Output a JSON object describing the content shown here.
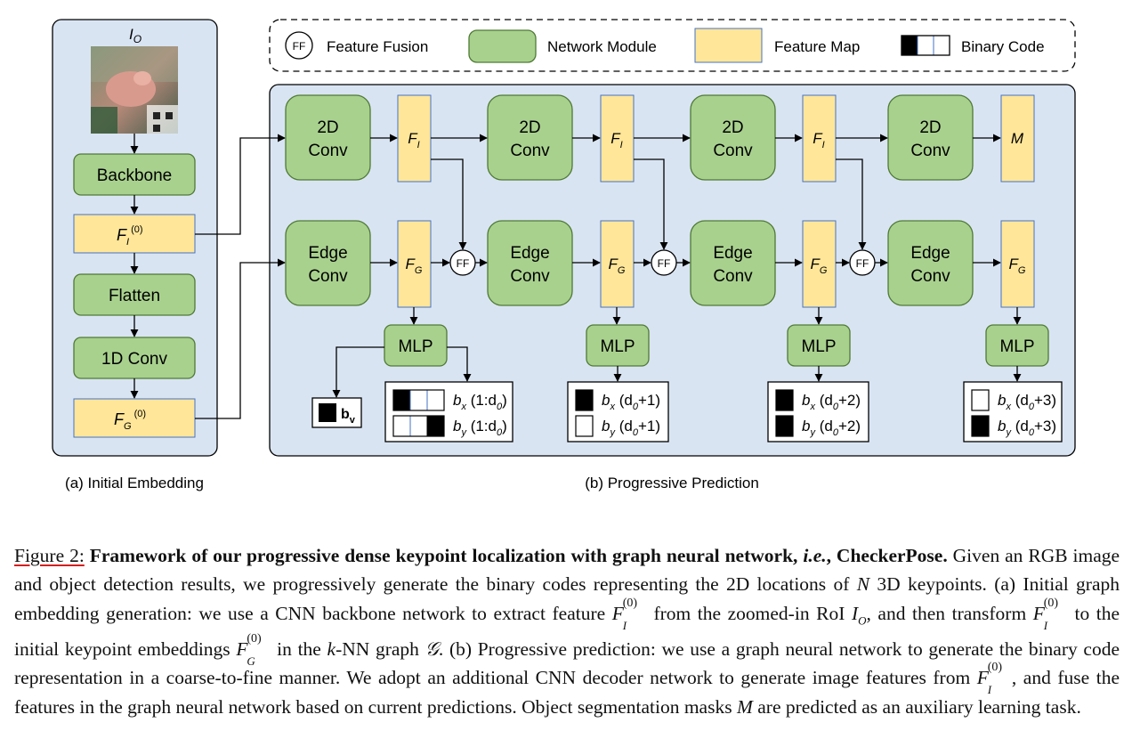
{
  "legend": {
    "ff": "FF",
    "feature_fusion": "Feature Fusion",
    "network_module": "Network Module",
    "feature_map": "Feature Map",
    "binary_code": "Binary Code"
  },
  "panel_a": {
    "input_label": "I",
    "input_sub": "O",
    "backbone": "Backbone",
    "fi0": "F",
    "fi0_sub": "I",
    "fi0_sup": "(0)",
    "flatten": "Flatten",
    "conv1d": "1D Conv",
    "fg0": "F",
    "fg0_sub": "G",
    "fg0_sup": "(0)",
    "caption": "(a) Initial Embedding"
  },
  "panel_b": {
    "conv2d_line1": "2D",
    "conv2d_line2": "Conv",
    "edge_line1": "Edge",
    "edge_line2": "Conv",
    "mlp": "MLP",
    "fi": "F",
    "fi_sub": "I",
    "fg": "F",
    "fg_sub": "G",
    "mask": "M",
    "ff": "FF",
    "bv": "b",
    "bv_sub": "v",
    "caption": "(b) Progressive Prediction",
    "codes": [
      {
        "bx": "(1:d",
        "bx_end": ")",
        "by": "(1:d",
        "by_end": ")"
      },
      {
        "bx": "(d",
        "bx_end": "+1)",
        "by": "(d",
        "by_end": "+1)"
      },
      {
        "bx": "(d",
        "bx_end": "+2)",
        "by": "(d",
        "by_end": "+2)"
      },
      {
        "bx": "(d",
        "bx_end": "+3)",
        "by": "(d",
        "by_end": "+3)"
      }
    ],
    "d_sub": "0"
  },
  "caption": {
    "label": "Figure 2:",
    "title": "Framework of our progressive dense keypoint localization with graph neural network,",
    "ie": "i.e.",
    "name": ", CheckerPose.",
    "t1": "Given an RGB image and object detection results, we progressively generate the binary codes representing the 2D locations of",
    "n": "N",
    "t2": "3D keypoints. (a) Initial graph embedding generation: we use a CNN backbone network to extract feature",
    "t3": "from the zoomed-in RoI",
    "t4": ", and then transform",
    "t5": "to the initial keypoint embeddings",
    "t6": "in the",
    "k": "k",
    "t7": "-NN graph",
    "g": "𝒢",
    "t8": ". (b) Progressive prediction: we use a graph neural network to generate the binary code representation in a coarse-to-fine manner. We adopt an additional CNN decoder network to generate image features from",
    "t9": ", and fuse the features in the graph neural network based on current predictions. Object segmentation masks",
    "m": "M",
    "t10": "are predicted as an auxiliary learning task.",
    "sym_f": "F",
    "sym_i": "I",
    "sym_g": "G",
    "sym_o": "O",
    "sup0": "(0)"
  },
  "colors": {
    "panel_fill": "#d9e4f3",
    "module_fill": "#a9d18e",
    "module_stroke": "#4e7a34",
    "feature_fill": "#ffe699",
    "feature_stroke": "#4472c4",
    "accent_underline": "#d41e1e"
  }
}
